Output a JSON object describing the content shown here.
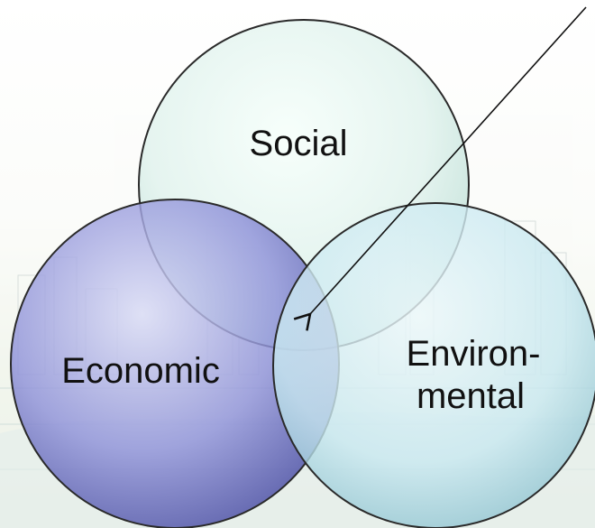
{
  "diagram": {
    "type": "venn",
    "circles": [
      {
        "id": "social",
        "label_lines": [
          "Social"
        ],
        "fill": "#d9f0ec",
        "stroke": "#2a2a2a"
      },
      {
        "id": "economic",
        "label_lines": [
          "Economic"
        ],
        "fill": "#6b6ec8",
        "stroke": "#2a2a2a"
      },
      {
        "id": "environmental",
        "label_lines": [
          "Environ-",
          "mental"
        ],
        "fill": "#bfe6ef",
        "stroke": "#2a2a2a"
      }
    ],
    "arrow": {
      "points_to": "center-intersection",
      "color": "#111111"
    }
  }
}
